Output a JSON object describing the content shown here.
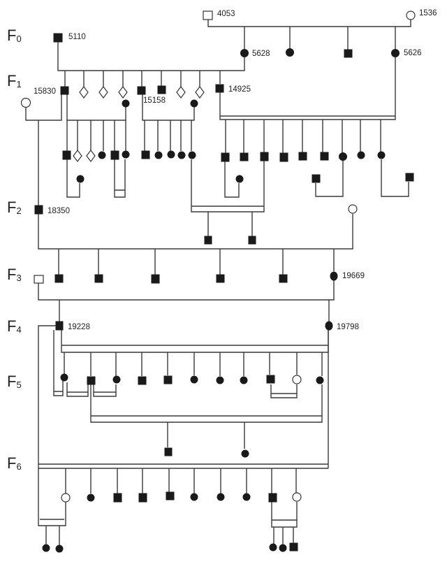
{
  "diagram": {
    "type": "pedigree",
    "generations": [
      {
        "main": "F",
        "sub": "0"
      },
      {
        "main": "F",
        "sub": "1"
      },
      {
        "main": "F",
        "sub": "2"
      },
      {
        "main": "F",
        "sub": "3"
      },
      {
        "main": "F",
        "sub": "4"
      },
      {
        "main": "F",
        "sub": "5"
      },
      {
        "main": "F",
        "sub": "6"
      }
    ],
    "legend_semantics": {
      "square": "male",
      "circle": "female",
      "diamond": "sex unknown",
      "filled": "affected",
      "open": "unaffected"
    },
    "labeled_individuals": [
      {
        "id": "5110",
        "sex": "male",
        "status": "affected",
        "generation": "F0"
      },
      {
        "id": "4053",
        "sex": "male",
        "status": "unaffected",
        "generation": "F0"
      },
      {
        "id": "1536",
        "sex": "female",
        "status": "unaffected",
        "generation": "F0"
      },
      {
        "id": "5628",
        "sex": "female",
        "status": "affected",
        "generation": "F0"
      },
      {
        "id": "5626",
        "sex": "female",
        "status": "affected",
        "generation": "F0"
      },
      {
        "id": "15830",
        "sex": "male",
        "status": "affected",
        "generation": "F1"
      },
      {
        "id": "15158",
        "sex": "male",
        "status": "affected",
        "generation": "F1"
      },
      {
        "id": "14925",
        "sex": "male",
        "status": "affected",
        "generation": "F1"
      },
      {
        "id": "18350",
        "sex": "male",
        "status": "affected",
        "generation": "F2"
      },
      {
        "id": "19669",
        "sex": "female",
        "status": "affected",
        "generation": "F3"
      },
      {
        "id": "19228",
        "sex": "male",
        "status": "affected",
        "generation": "F4"
      },
      {
        "id": "19798",
        "sex": "female",
        "status": "affected",
        "generation": "F4"
      }
    ]
  }
}
